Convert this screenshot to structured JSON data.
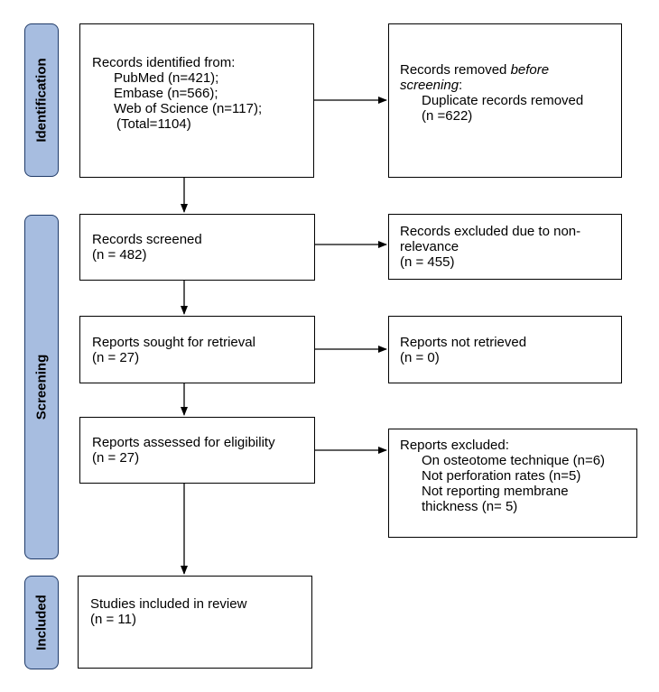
{
  "phases": {
    "identification": "Identification",
    "screening": "Screening",
    "included": "Included"
  },
  "identification_box": {
    "heading": "Records identified from:",
    "pubmed": "PubMed (n=421);",
    "embase": "Embase (n=566);",
    "wos": "Web of Science (n=117);",
    "total": "(Total=1104)"
  },
  "removed_box": {
    "line1": "Records removed ",
    "line1_em": "before",
    "line2_em": "screening",
    "line2_rest": ":",
    "line3": "Duplicate records removed",
    "line4": "(n =622)"
  },
  "screened_box": {
    "title": "Records screened",
    "count": "(n = 482)"
  },
  "excluded_box": {
    "line1": "Records excluded due to non-",
    "line2": "relevance",
    "count": "(n = 455)"
  },
  "sought_box": {
    "title": "Reports sought for retrieval",
    "count": "(n = 27)"
  },
  "not_retrieved_box": {
    "title": "Reports not retrieved",
    "count": "(n = 0)"
  },
  "eligibility_box": {
    "title": "Reports assessed for eligibility",
    "count": "(n = 27)"
  },
  "reports_excluded_box": {
    "heading": "Reports excluded:",
    "reason1": "On osteotome technique (n=6)",
    "reason2": "Not perforation rates (n=5)",
    "reason3a": "Not reporting membrane",
    "reason3b": "thickness (n= 5)"
  },
  "included_box": {
    "title": "Studies included in review",
    "count": "(n = 11)"
  }
}
